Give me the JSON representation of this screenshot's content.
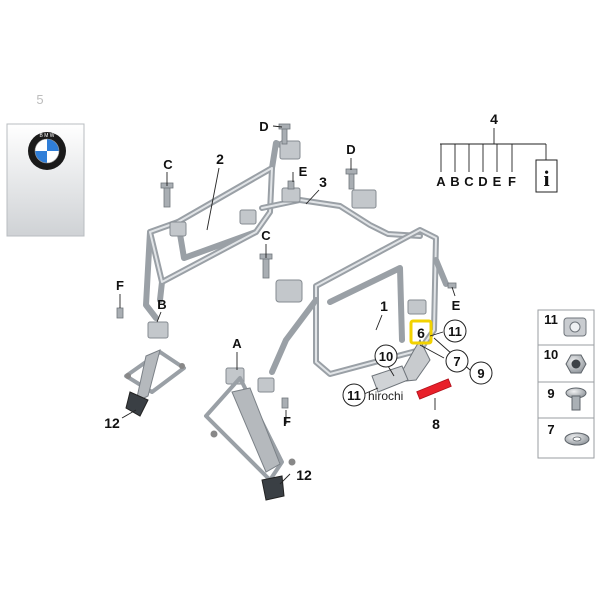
{
  "package": {
    "number": "5",
    "logo_letters": "B M W"
  },
  "callouts": {
    "1": "1",
    "2": "2",
    "3": "3",
    "4": "4",
    "6": "6",
    "7": "7",
    "8": "8",
    "9": "9",
    "10": "10",
    "11a": "11",
    "11b": "11",
    "12a": "12",
    "12b": "12"
  },
  "letters": {
    "A": "A",
    "B": "B",
    "C1": "C",
    "C2": "C",
    "D1": "D",
    "D2": "D",
    "E1": "E",
    "E2": "E",
    "F1": "F",
    "F2": "F"
  },
  "set_tree": {
    "number": "4",
    "branches": [
      "A",
      "B",
      "C",
      "D",
      "E",
      "F"
    ],
    "info_icon": "i"
  },
  "legend": [
    {
      "number": "11",
      "icon": "clip-nut-icon"
    },
    {
      "number": "10",
      "icon": "hex-nut-icon"
    },
    {
      "number": "9",
      "icon": "screw-icon"
    },
    {
      "number": "7",
      "icon": "washer-icon"
    }
  ],
  "highlight": {
    "yellow": "#f2d200",
    "red": "#e8202a",
    "part_yellow": "6",
    "part_red": "8"
  },
  "watermark": "hirochi"
}
